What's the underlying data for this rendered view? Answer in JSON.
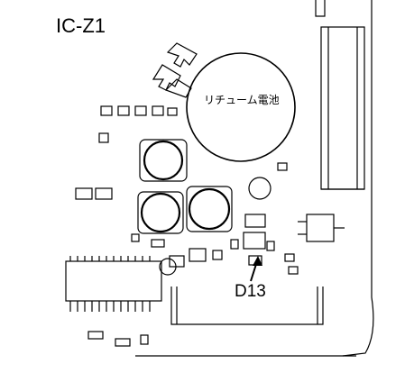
{
  "board": {
    "title": "IC-Z1",
    "battery_label": "リチューム電池",
    "callout_label": "D13"
  },
  "colors": {
    "line": "#000000",
    "background": "#ffffff"
  }
}
